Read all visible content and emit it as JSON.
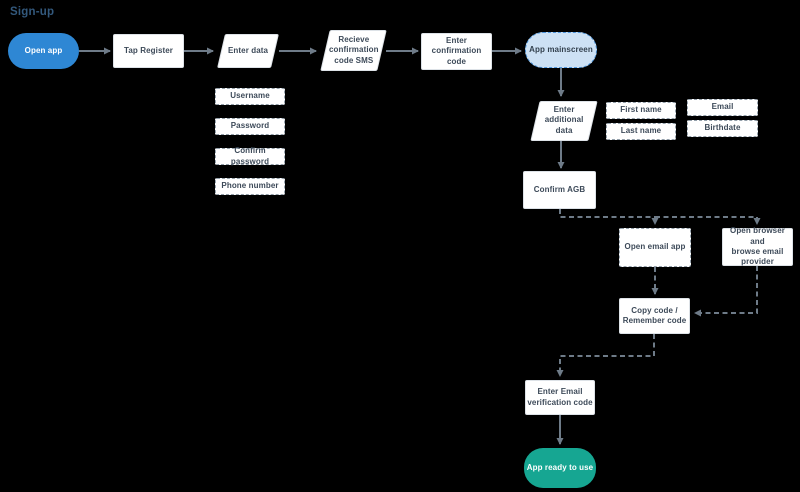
{
  "title": "Sign-up",
  "colors": {
    "background": "#000000",
    "title": "#33597d",
    "node_fill": "#ffffff",
    "node_text": "#3d4a59",
    "connector": "#6e7b88",
    "start_fill": "#2e87d4",
    "start_text": "#ffffff",
    "milestone_fill": "#cde1f4",
    "milestone_border": "#4f97dd",
    "end_fill": "#16a692",
    "end_text": "#ffffff"
  },
  "nodes": {
    "open_app": "Open app",
    "tap_register": "Tap Register",
    "enter_data": "Enter data",
    "receive_sms": "Recieve\nconfirmation\ncode SMS",
    "enter_confirmation_code": "Enter confirmation\ncode",
    "app_mainscreen": "App mainscreen",
    "username": "Username",
    "password": "Password",
    "confirm_password": "Confirm password",
    "phone_number": "Phone number",
    "enter_additional_data": "Enter\nadditional data",
    "first_name": "First name",
    "email": "Email",
    "last_name": "Last name",
    "birthdate": "Birthdate",
    "confirm_agb": "Confirm AGB",
    "open_email_app": "Open email app",
    "open_browser": "Open browser and\nbrowse email\nprovider",
    "copy_code": "Copy code /\nRemember code",
    "enter_email_verification": "Enter Email\nverification code",
    "app_ready": "App ready to use"
  }
}
